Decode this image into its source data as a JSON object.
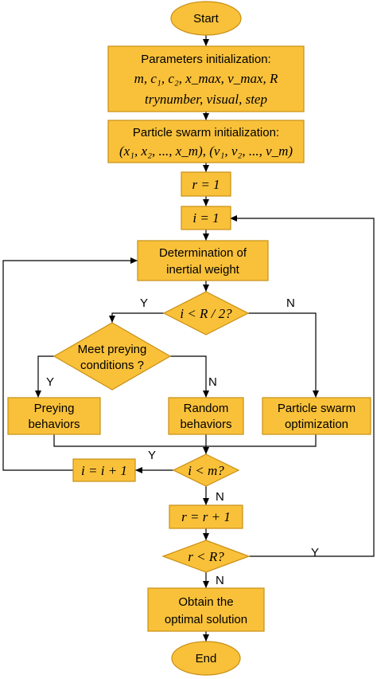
{
  "colors": {
    "node_fill": "#F9C13A",
    "node_stroke": "#C98F14",
    "line": "#000000"
  },
  "nodes": {
    "start": "Start",
    "params_title": "Parameters initialization:",
    "params_line1": "m, c₁, c₂, x_max, v_max, R",
    "params_line2": "trynumber, visual, step",
    "swarm_title": "Particle swarm initialization:",
    "swarm_line1": "(x₁, x₂, ..., x_m),   (v₁, v₂, ..., v_m)",
    "r_init": "r = 1",
    "i_init": "i = 1",
    "weight_line1": "Determination of",
    "weight_line2": "inertial weight",
    "decision_r": "i < R / 2?",
    "decision_prey_line1": "Meet preying",
    "decision_prey_line2": "conditions ?",
    "prey_line1": "Preying",
    "prey_line2": "behaviors",
    "random_line1": "Random",
    "random_line2": "behaviors",
    "pso_line1": "Particle swarm",
    "pso_line2": "optimization",
    "decision_m": "i < m?",
    "i_inc": "i = i + 1",
    "r_inc": "r = r + 1",
    "decision_R": "r < R?",
    "obtain_line1": "Obtain the",
    "obtain_line2": "optimal solution",
    "end": "End"
  },
  "edge_labels": {
    "half_yes": "Y",
    "half_no": "N",
    "prey_yes": "Y",
    "prey_no": "N",
    "m_yes": "Y",
    "m_no": "N",
    "R_yes": "Y",
    "R_no": "N"
  }
}
